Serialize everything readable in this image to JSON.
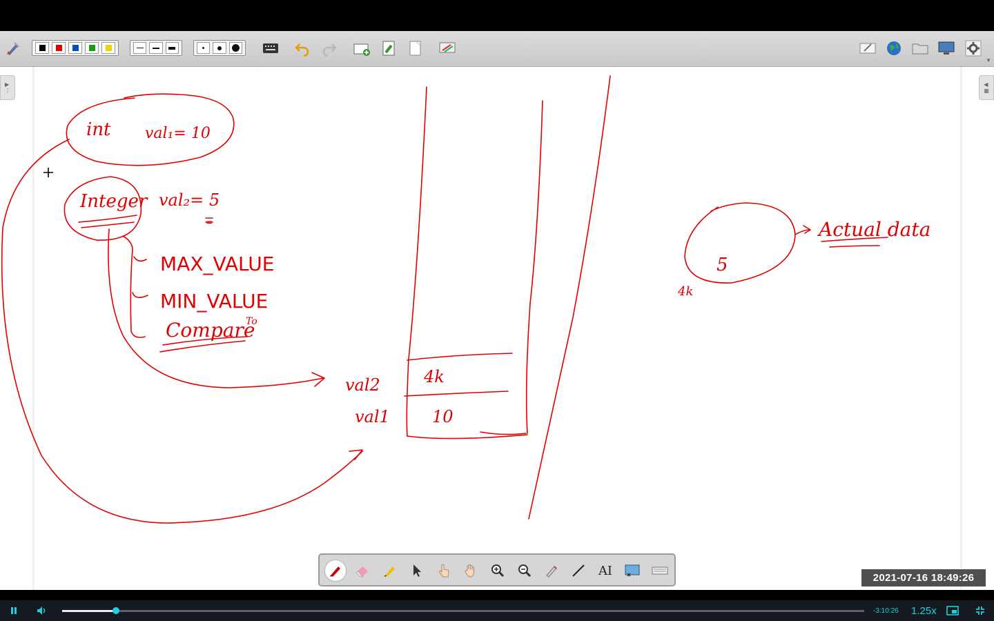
{
  "toolbar": {
    "colors": [
      "#000000",
      "#e00000",
      "#0050c0",
      "#12a012",
      "#f0d000"
    ],
    "line_widths": [
      "thin",
      "medium",
      "thick"
    ],
    "dot_sizes": [
      "small",
      "medium",
      "large"
    ]
  },
  "whiteboard": {
    "ink_color": "#e00000",
    "text": {
      "int_decl_kw": "int",
      "int_decl_val": "val₁= 10",
      "integer_kw": "Integer",
      "integer_val": "val₂= 5",
      "equal_mark": "=",
      "member_max": "MAX_VALUE",
      "member_min": "MIN_VALUE",
      "member_compare": "Compare",
      "member_compare_suffix": "To",
      "val2_label": "val2",
      "val1_label": "val1",
      "cell_val2": "4k",
      "cell_val1": "10",
      "heap_value": "5",
      "heap_address": "4k",
      "actual_data": "Actual data"
    }
  },
  "float_toolbar": {
    "text_tool_label": "AI"
  },
  "timestamp": "2021-07-16  18:49:26",
  "player": {
    "progress": 0.067,
    "time_remaining": "-3:10:26",
    "speed": "1.25x"
  }
}
